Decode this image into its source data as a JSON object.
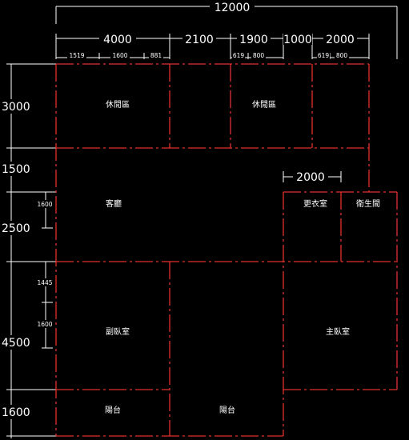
{
  "dimensions": {
    "overall_width": "12000",
    "top_segments": [
      "4000",
      "2100",
      "1900",
      "1000",
      "2000"
    ],
    "sub_segments": [
      "1519",
      "1600",
      "881",
      "619",
      "800",
      "619",
      "800"
    ],
    "left_segments": [
      "3000",
      "1500",
      "2500",
      "4500",
      "1600"
    ],
    "left_sub_segments": [
      "1600",
      "1445",
      "1600"
    ],
    "inner_dimension": "2000"
  },
  "rooms": {
    "leisure_left": "休閒區",
    "leisure_right": "休閒區",
    "living_room": "客廳",
    "dressing_room": "更衣室",
    "bathroom": "衛生間",
    "second_bedroom": "副臥室",
    "master_bedroom": "主臥室",
    "balcony_left": "陽台",
    "balcony_right": "陽台"
  },
  "colors": {
    "background": "#000000",
    "wall_lines": "#e0302e",
    "dimension_lines": "#ffffff"
  }
}
